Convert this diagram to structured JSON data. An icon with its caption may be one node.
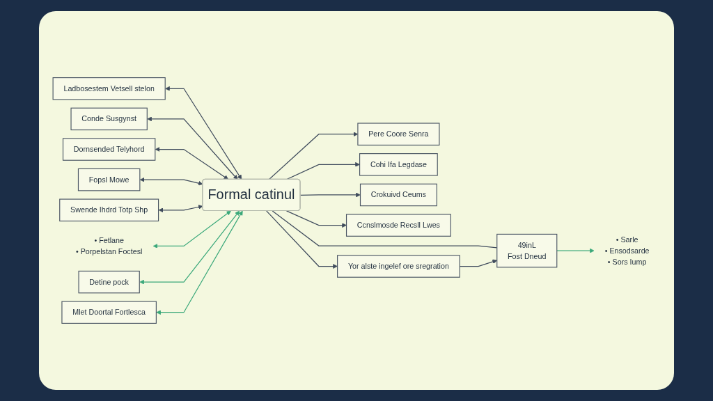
{
  "diagram": {
    "nodes": [
      {
        "text": [
          "Ladbosestem Vetsell stelon"
        ]
      },
      {
        "text": [
          "Conde Susgynst"
        ]
      },
      {
        "text": [
          "Dornsended Telyhord"
        ]
      },
      {
        "text": [
          "Fopsl Mowe"
        ]
      },
      {
        "text": [
          "Formal catinul"
        ]
      },
      {
        "text": [
          "Swende Ihdrd Totp Shp"
        ]
      },
      {
        "text": [
          "Pere Coore Senra"
        ]
      },
      {
        "text": [
          "• Fetlane",
          "• Porpelstan Foctesl"
        ]
      },
      {
        "text": [
          "Detine pock"
        ]
      },
      {
        "text": [
          "Cohi Ifa Legdase"
        ]
      },
      {
        "text": [
          "Crokuivd Ceums"
        ]
      },
      {
        "text": [
          "Ccnslmosde Recsll Lwes"
        ]
      },
      {
        "text": [
          "Yor alste ingelef ore sregration"
        ]
      },
      {
        "text": [
          "Mlet Doortal Fortlesca"
        ]
      },
      {
        "text": [
          "49inL",
          "Fost Dneud"
        ]
      },
      {
        "text": [
          "• Sarle",
          "• Ensodsarde",
          "• Sors Iump"
        ]
      }
    ],
    "edges": [
      {
        "from": 0,
        "to": 4,
        "arrow": "both"
      },
      {
        "from": 1,
        "to": 4,
        "arrow": "both"
      },
      {
        "from": 2,
        "to": 4,
        "arrow": "both"
      },
      {
        "from": 3,
        "to": 4,
        "arrow": "both"
      },
      {
        "from": 4,
        "to": 6,
        "arrow": "to"
      },
      {
        "from": 5,
        "to": 4,
        "arrow": "both"
      },
      {
        "from": 7,
        "to": 4,
        "arrow": "both",
        "color": "#3aa87a"
      },
      {
        "from": 8,
        "to": 4,
        "arrow": "both",
        "color": "#3aa87a"
      },
      {
        "from": 4,
        "to": 9,
        "arrow": "to"
      },
      {
        "from": 4,
        "to": 10,
        "arrow": "to"
      },
      {
        "from": 13,
        "to": 4,
        "arrow": "both",
        "color": "#3aa87a"
      },
      {
        "from": 4,
        "to": 12,
        "arrow": "to"
      },
      {
        "from": 4,
        "to": 11,
        "arrow": "to"
      },
      {
        "from": 4,
        "to": 14,
        "arrow": "none"
      },
      {
        "from": 12,
        "to": 14,
        "arrow": "to"
      },
      {
        "from": 14,
        "to": 15,
        "arrow": "to",
        "color": "#3aa87a"
      }
    ]
  }
}
